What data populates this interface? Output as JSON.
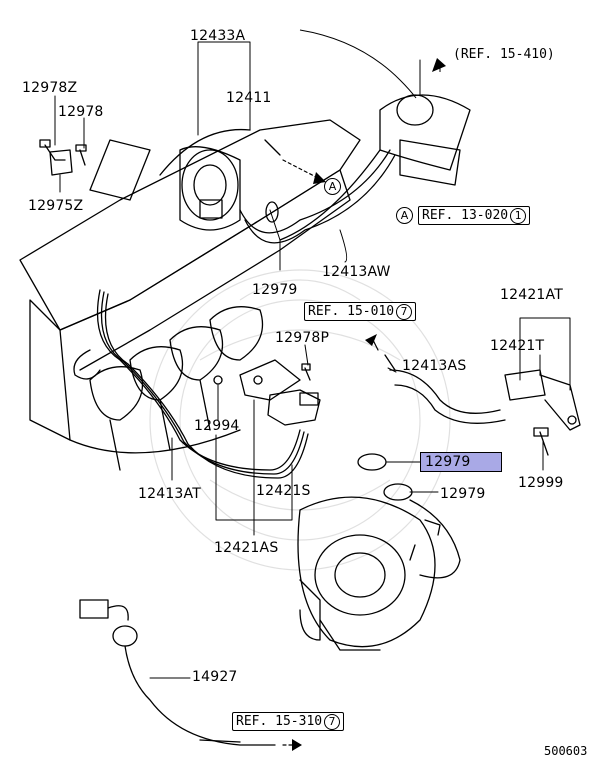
{
  "parts": {
    "p12433A": "12433A",
    "p12411": "12411",
    "p12978Z": "12978Z",
    "p12978": "12978",
    "p12975Z": "12975Z",
    "p12979_top": "12979",
    "p12413AW": "12413AW",
    "p12421AT": "12421AT",
    "p12421T": "12421T",
    "p12978P": "12978P",
    "p12413AS": "12413AS",
    "p12994": "12994",
    "p12979_hl": "12979",
    "p12979_low": "12979",
    "p12999": "12999",
    "p12413AT": "12413AT",
    "p12421S": "12421S",
    "p12421AS": "12421AS",
    "p14927": "14927"
  },
  "refs": {
    "r15410": {
      "text": "(REF. 15-410)"
    },
    "r13020": {
      "marker": "A",
      "text": "REF. 13-020",
      "num": "1"
    },
    "r15010": {
      "text": "REF. 15-010",
      "num": "7"
    },
    "r15310": {
      "text": "REF. 15-310",
      "num": "7"
    }
  },
  "markers": {
    "a_arrow": "A"
  },
  "diagram_code": "500603",
  "colors": {
    "highlight": "#a9a9e6",
    "line": "#000000",
    "watermark": "#c8c8c8"
  }
}
